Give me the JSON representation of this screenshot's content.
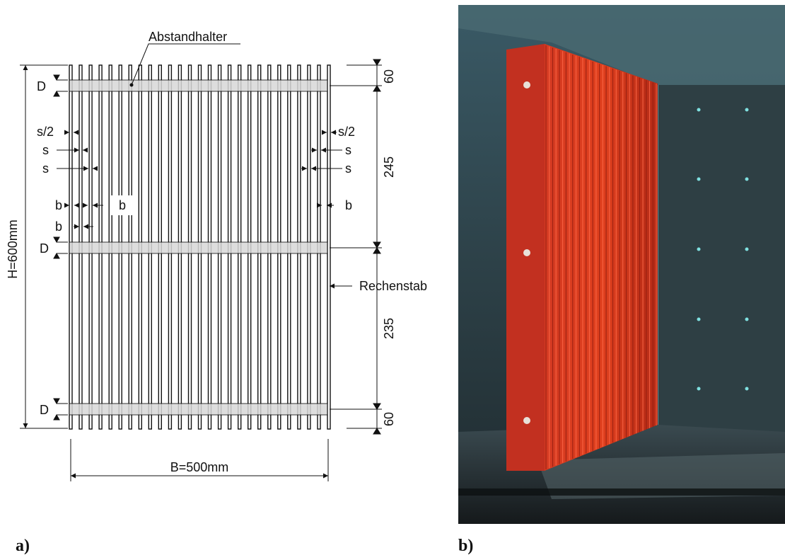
{
  "panels": {
    "a": {
      "caption": "a)",
      "labels": {
        "spacer": "Abstandhalter",
        "bar": "Rechenstab",
        "height": "H=600mm",
        "width": "B=500mm",
        "spacer_thickness": "D",
        "half_gap": "s/2",
        "gap": "s",
        "bar_width": "b"
      },
      "dimensions": [
        "60",
        "245",
        "235",
        "60"
      ]
    },
    "b": {
      "caption": "b)",
      "photo": "red bar screen installed in flume",
      "colors": {
        "screen": "#c8301c",
        "water": "#2f4850",
        "dots": "#7fe0e0"
      }
    }
  }
}
